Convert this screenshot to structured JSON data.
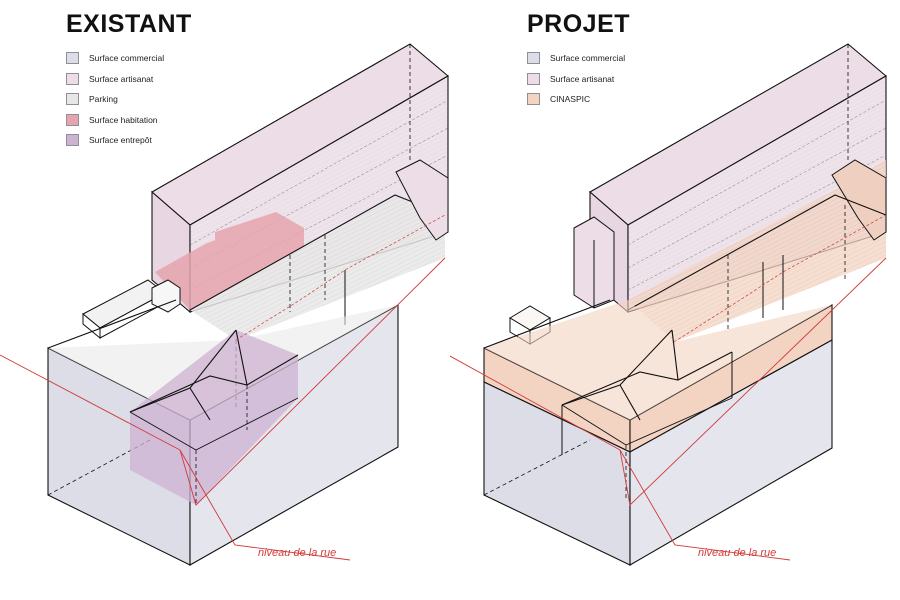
{
  "panels": [
    {
      "title": "EXISTANT",
      "legend": [
        {
          "label": "Surface commercial",
          "color": "#dcdde7"
        },
        {
          "label": "Surface artisanat",
          "color": "#ecdde7"
        },
        {
          "label": "Parking",
          "color": "#e7e7e7"
        },
        {
          "label": "Surface habitation",
          "color": "#e5a4ae"
        },
        {
          "label": "Surface entrepôt",
          "color": "#cdb2d2"
        }
      ],
      "street_label": "niveau de la rue"
    },
    {
      "title": "PROJET",
      "legend": [
        {
          "label": "Surface commercial",
          "color": "#dcdde7"
        },
        {
          "label": "Surface artisanat",
          "color": "#ecdde7"
        },
        {
          "label": "CINASPIC",
          "color": "#f3d3c2"
        }
      ],
      "street_label": "niveau de la rue"
    }
  ],
  "colors": {
    "commercial": "#dcdde7",
    "artisanat": "#ecdde7",
    "parking": "#e7e7e7",
    "habitation": "#e5a4ae",
    "entrepot": "#cdb2d2",
    "cinaspic": "#f3d3c2",
    "street_line": "#d23a3a",
    "edges": "#111111"
  }
}
